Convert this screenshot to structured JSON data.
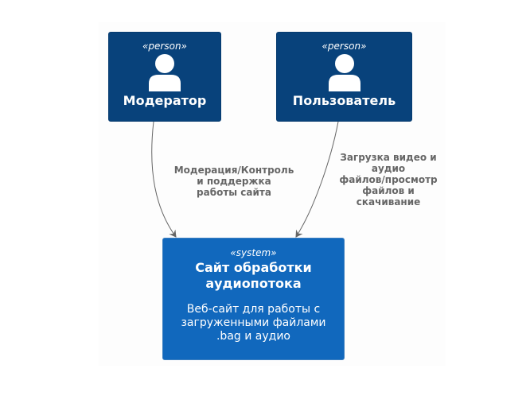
{
  "nodes": {
    "moderator": {
      "stereotype": "«person»",
      "name": "Модератор"
    },
    "user": {
      "stereotype": "«person»",
      "name": "Пользователь"
    },
    "system": {
      "stereotype": "«system»",
      "name": "Сайт обработки\nаудиопотока",
      "description": "Веб-сайт для работы с\nзагруженными файлами\n.bag и аудио"
    }
  },
  "edges": [
    {
      "from": "moderator",
      "to": "system",
      "label": "Модерация/Контроль\nи поддержка\nработы  сайта"
    },
    {
      "from": "user",
      "to": "system",
      "label": "Загрузка видео и\nаудио\nфайлов/просмотр\nфайлов и\nскачивание"
    }
  ],
  "colors": {
    "person_fill": "#08427b",
    "system_fill": "#1168bd",
    "edge_color": "#666666",
    "text_color": "#ffffff"
  }
}
